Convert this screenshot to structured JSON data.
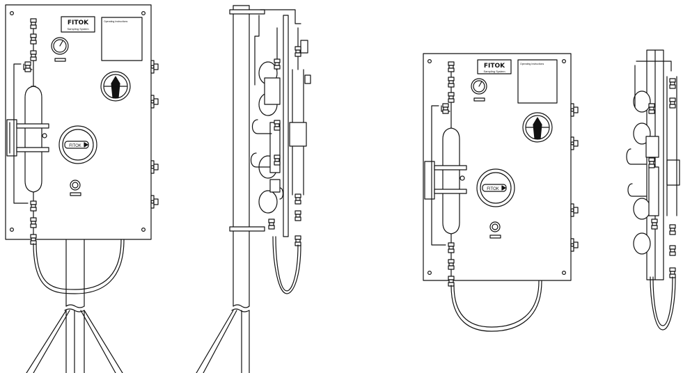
{
  "brand": {
    "logo_text": "FITOK",
    "subtitle": "Sampling System",
    "instructions_title": "Operating Instructions",
    "valve_label": "FITOK"
  },
  "stroke_color": "#111111",
  "background_color": "#ffffff"
}
